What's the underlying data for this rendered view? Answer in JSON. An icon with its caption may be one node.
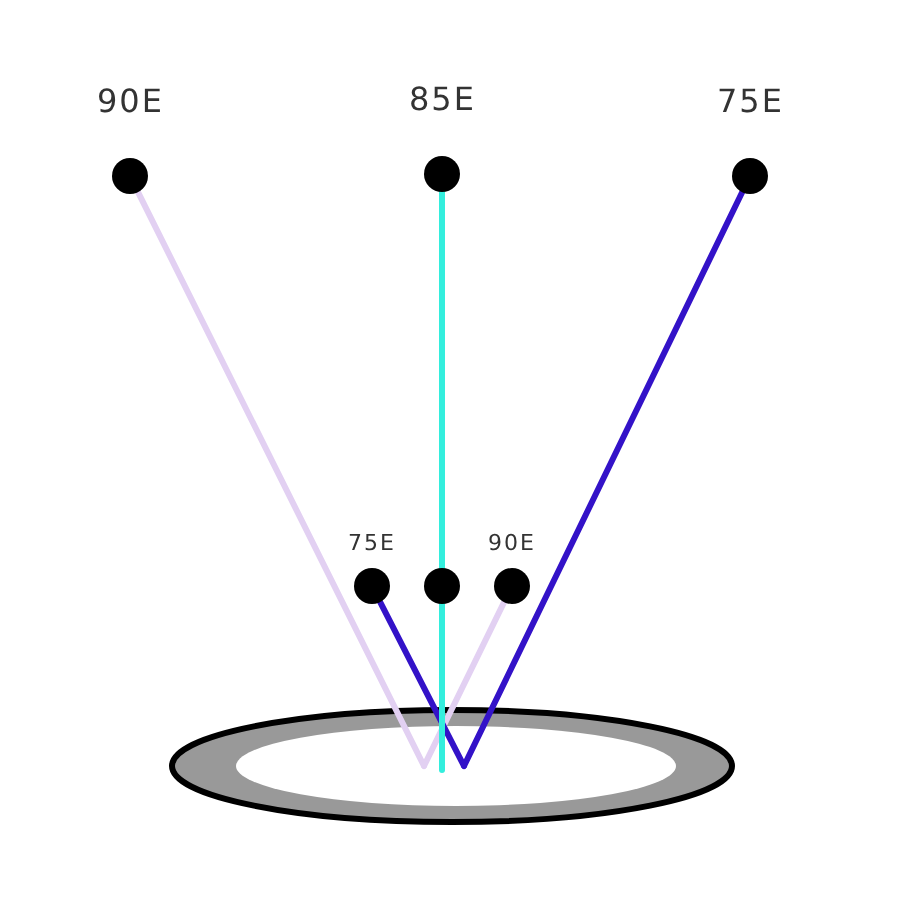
{
  "diagram": {
    "nodes": [
      {
        "text": [
          "90E"
        ]
      },
      {
        "text": [
          "85E"
        ]
      },
      {
        "text": [
          "75E"
        ]
      },
      {
        "text": [
          "75E"
        ]
      },
      {
        "text": [],
        "shape": "circle"
      },
      {
        "text": [
          "90E"
        ]
      },
      {
        "text": [],
        "shape": "ellipse"
      }
    ],
    "edges": [
      {
        "from": 0,
        "to": 6,
        "arrow": "none",
        "color": "#e2d0f2"
      },
      {
        "from": 6,
        "to": 5,
        "arrow": "none",
        "color": "#e2d0f2"
      },
      {
        "from": 2,
        "to": 6,
        "arrow": "none",
        "color": "#3312c8"
      },
      {
        "from": 6,
        "to": 3,
        "arrow": "none",
        "color": "#3312c8"
      },
      {
        "from": 1,
        "to": 4,
        "arrow": "none",
        "color": "#33eedd"
      },
      {
        "from": 4,
        "to": 6,
        "arrow": "none",
        "color": "#33eedd"
      }
    ]
  }
}
